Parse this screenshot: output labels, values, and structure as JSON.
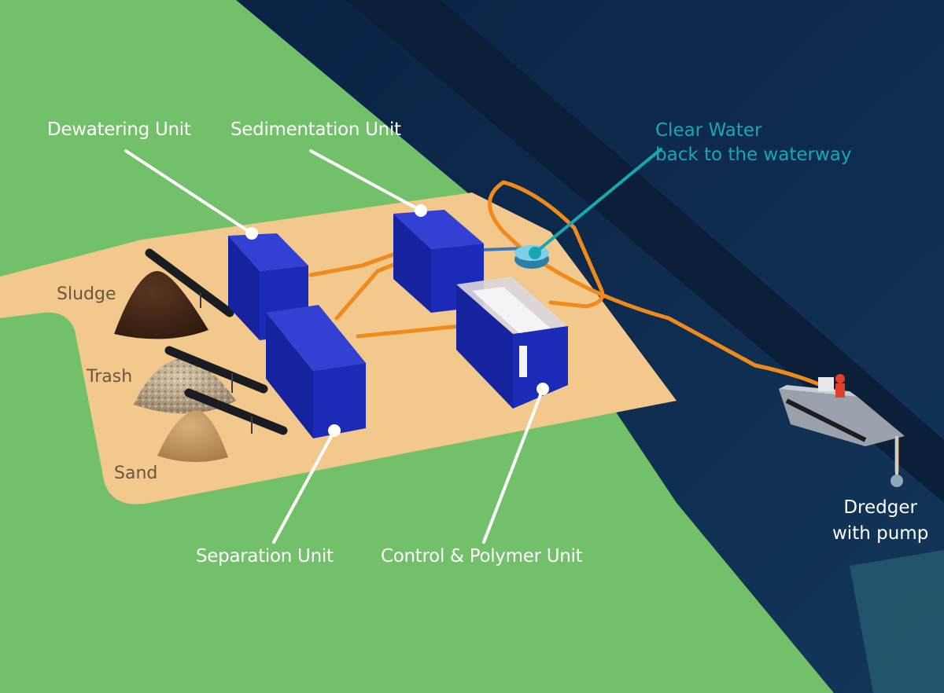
{
  "labels": {
    "dewatering_unit": "Dewatering Unit",
    "sedimentation_unit": "Sedimentation Unit",
    "separation_unit": "Separation Unit",
    "control_polymer_unit": "Control & Polymer Unit",
    "clear_water_line1": "Clear Water",
    "clear_water_line2": "back to the waterway",
    "dredger_line1": "Dredger",
    "dredger_line2": "with pump"
  },
  "materials": {
    "sludge": "Sludge",
    "trash": "Trash",
    "sand": "Sand"
  },
  "colors": {
    "grass": "#72c06a",
    "pad": "#f2c88c",
    "water": "#0c2a4c",
    "container": "#1b2ab7",
    "pipe": "#f08a1c",
    "clear_water_text": "#17a7b3",
    "label_text": "#ffffff",
    "material_text": "#6b5545"
  }
}
